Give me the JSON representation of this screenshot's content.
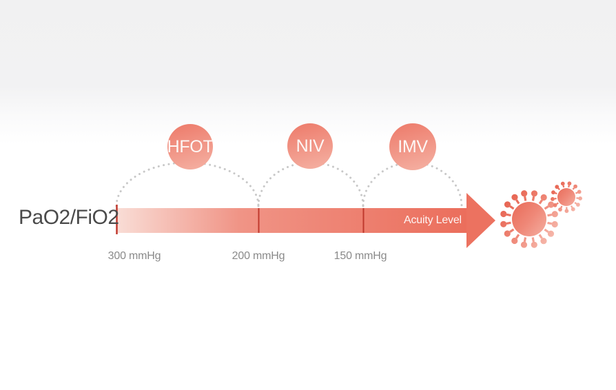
{
  "diagram": {
    "axis_label": "PaO2/FiO2",
    "arrow_label": "Acuity Level",
    "stages": [
      {
        "label": "HFOT"
      },
      {
        "label": "NIV"
      },
      {
        "label": "IMV"
      }
    ],
    "thresholds": [
      {
        "label": "300 mmHg"
      },
      {
        "label": "200 mmHg"
      },
      {
        "label": "150 mmHg"
      }
    ],
    "colors": {
      "bar_gradient_start": "#f9ddd6",
      "bar_gradient_mid": "#f09486",
      "bar_gradient_end": "#eb6e5c",
      "arrow_head": "#ec7260",
      "divider": "#c0392e",
      "arc_dots": "#c8c8c8",
      "stage_circle_top": "#ee8070",
      "stage_circle_bottom": "#f4ad9f",
      "virus_dark": "#e6604d",
      "virus_mid": "#ef8878",
      "virus_light": "#f7c0b4",
      "text_dark": "#4a4a4a",
      "text_gray": "#8a8a8a"
    }
  }
}
